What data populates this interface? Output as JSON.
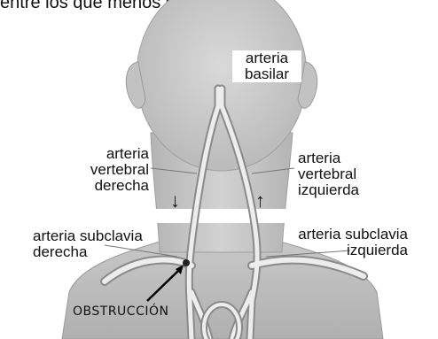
{
  "header_fragment": "entre los que menos sangre tienen",
  "labels": {
    "basilar": "arteria\nbasilar",
    "vertebral_right": "arteria\nvertebral\nderecha",
    "vertebral_left": "arteria\nvertebral\nizquierda",
    "subclavian_right": "arteria subclavia\nderecha",
    "subclavian_left": "arteria subclavia\nizquierda",
    "obstruction": "OBSTRUCCIÓN"
  },
  "flow_arrows": {
    "right_side": "↓",
    "left_side": "↑"
  },
  "colors": {
    "skin": "#cfcfcf",
    "skin_shadow": "#a9a9a9",
    "artery_fill": "#ededed",
    "artery_outline": "#8a8a8a",
    "text": "#111111"
  }
}
